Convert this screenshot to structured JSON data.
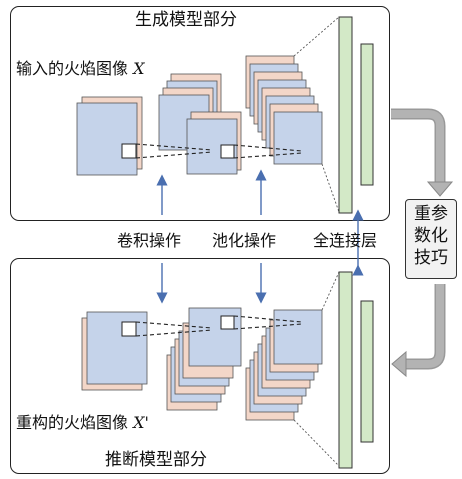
{
  "top_panel": {
    "title": "生成模型部分",
    "input_label": "输入的火焰图像",
    "input_symbol": "X"
  },
  "bottom_panel": {
    "title": "推断模型部分",
    "output_label": "重构的火焰图像",
    "output_symbol": "X'"
  },
  "middle_labels": {
    "conv": "卷积操作",
    "pool": "池化操作",
    "fc": "全连接层"
  },
  "reparam": {
    "line1": "重参",
    "line2": "数化",
    "line3": "技巧"
  },
  "colors": {
    "blue_map": "#c5d3ea",
    "pink_map": "#f3d6c8",
    "green_fc": "#d3e9c7",
    "arrow_gray": "#b3b3b3",
    "arrow_blue": "#4a6fb0"
  }
}
